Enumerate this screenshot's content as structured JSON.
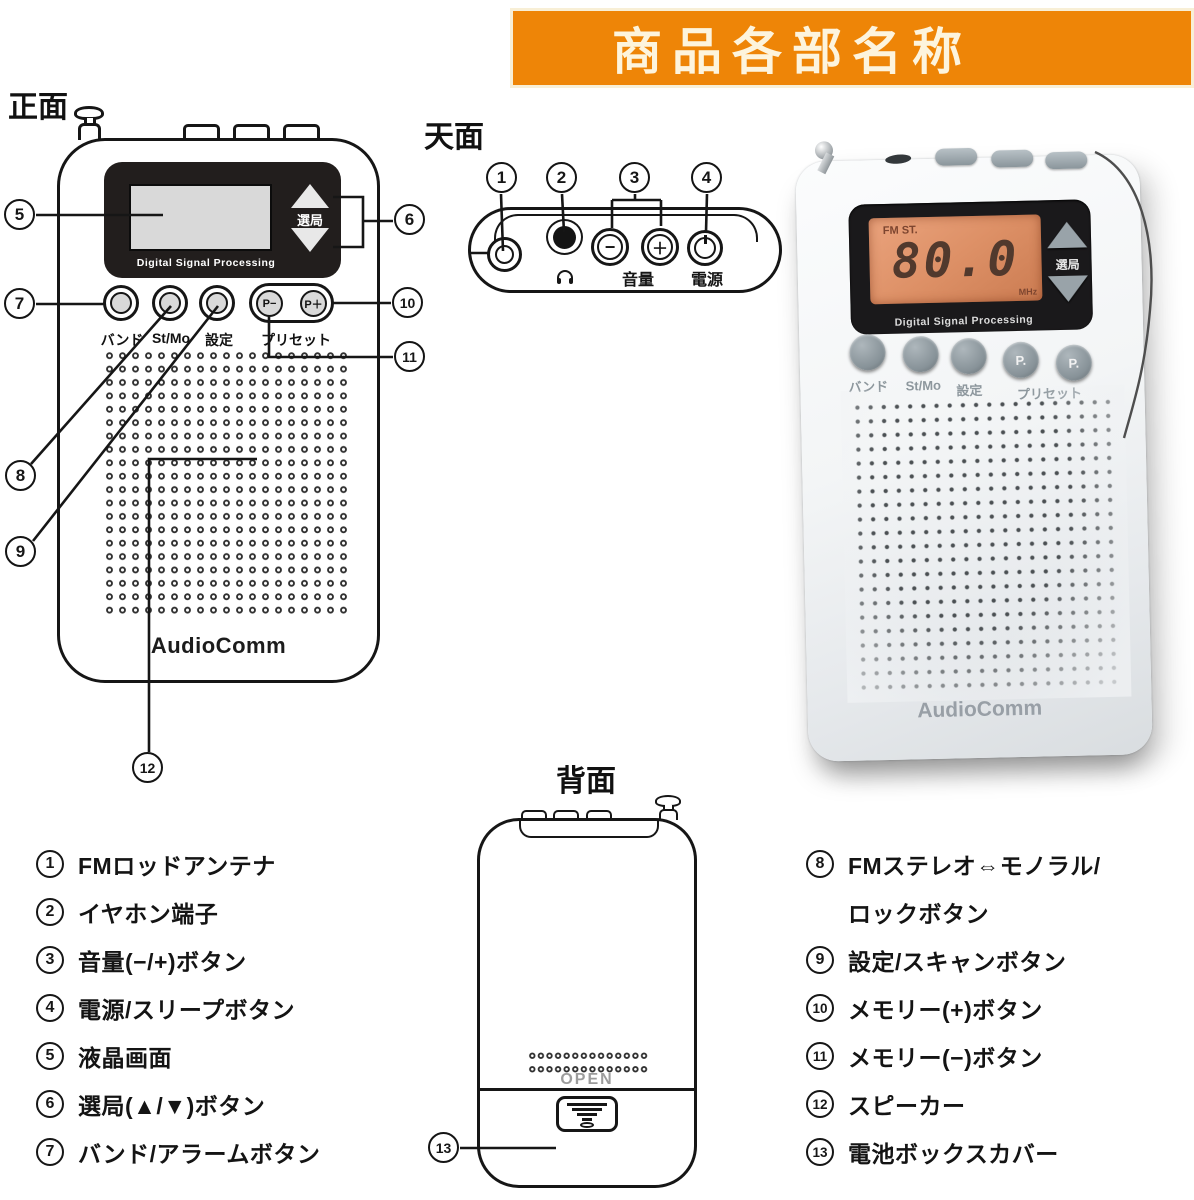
{
  "banner": {
    "title": "商品各部名称",
    "accent_orange": "#ee8507"
  },
  "front_view": {
    "label": "正面",
    "display_caption": "Digital Signal Processing",
    "tuning_label": "選局",
    "btn_band": "バンド",
    "btn_stmo": "St/Mo",
    "btn_set": "設定",
    "preset_label": "プリセット",
    "preset_minus": "P−",
    "preset_plus": "P＋",
    "brand": "AudioComm"
  },
  "top_view": {
    "label": "天面",
    "minus": "−",
    "plus": "＋",
    "volume_label": "音量",
    "power_label": "電源"
  },
  "back_view": {
    "label": "背面",
    "open_label": "OPEN"
  },
  "photo": {
    "lcd_status": "FM ST.",
    "lcd_frequency": "80.0",
    "lcd_unit": "MHz",
    "display_caption": "Digital Signal Processing",
    "tuning_label": "選局",
    "btn_band": "バンド",
    "btn_stmo": "St/Mo",
    "btn_set": "設定",
    "preset_label": "プリセット",
    "preset_p": "P.",
    "brand": "AudioComm"
  },
  "callouts": {
    "c1": "1",
    "c2": "2",
    "c3": "3",
    "c4": "4",
    "c5": "5",
    "c6": "6",
    "c7": "7",
    "c8": "8",
    "c9": "9",
    "c10": "10",
    "c11": "11",
    "c12": "12",
    "c13": "13"
  },
  "parts_left": [
    {
      "num": "1",
      "text": "FMロッドアンテナ"
    },
    {
      "num": "2",
      "text": "イヤホン端子"
    },
    {
      "num": "3",
      "text": "音量(−/+)ボタン"
    },
    {
      "num": "4",
      "text": "電源/スリープボタン"
    },
    {
      "num": "5",
      "text": "液晶画面"
    },
    {
      "num": "6",
      "text": "選局(▲/▼)ボタン"
    },
    {
      "num": "7",
      "text": "バンド/アラームボタン"
    }
  ],
  "parts_right": [
    {
      "num": "8",
      "text": "FMステレオ⇔モノラル/",
      "text2": "ロックボタン"
    },
    {
      "num": "9",
      "text": "設定/スキャンボタン"
    },
    {
      "num": "10",
      "text": "メモリー(+)ボタン"
    },
    {
      "num": "11",
      "text": "メモリー(−)ボタン"
    },
    {
      "num": "12",
      "text": "スピーカー"
    },
    {
      "num": "13",
      "text": "電池ボックスカバー"
    }
  ]
}
